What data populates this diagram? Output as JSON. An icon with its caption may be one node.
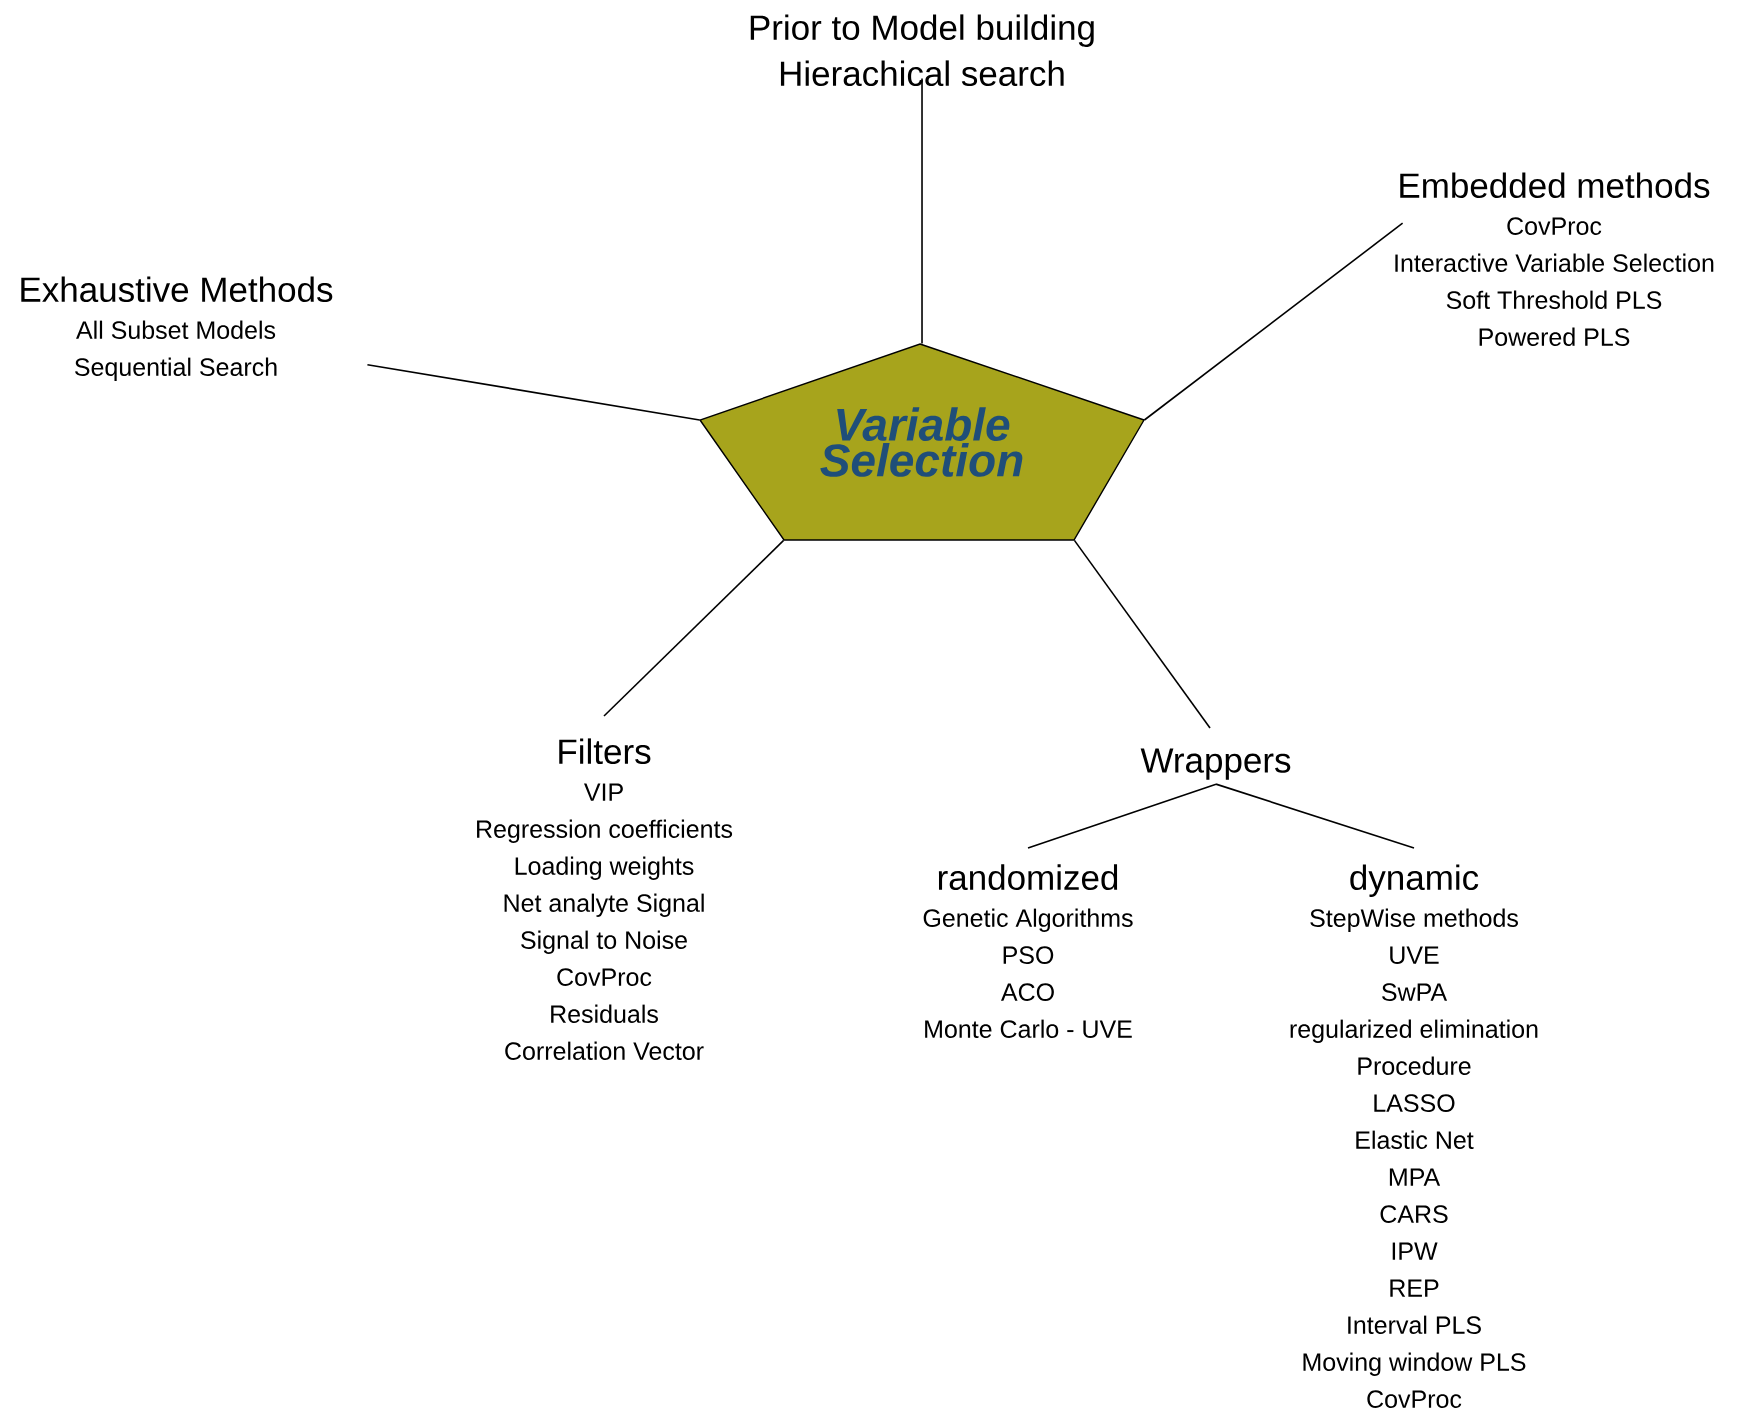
{
  "diagram": {
    "nodes": [
      {
        "text": [
          "Variable Selection"
        ]
      },
      {
        "text": [
          "Prior to Model building",
          "Hierachical search"
        ]
      },
      {
        "text": [
          "Embedded methods",
          "CovProc",
          "Interactive Variable Selection",
          "Soft Threshold PLS",
          "Powered PLS"
        ]
      },
      {
        "text": [
          "Exhaustive Methods",
          "All Subset Models",
          "Sequential Search"
        ]
      },
      {
        "text": [
          "Filters",
          "VIP",
          "Regression coefficients",
          "Loading weights",
          "Net analyte Signal",
          "Signal to Noise",
          "CovProc",
          "Residuals",
          "Correlation Vector"
        ]
      },
      {
        "text": [
          "Wrappers"
        ]
      },
      {
        "text": [
          "randomized",
          "Genetic Algorithms",
          "PSO",
          "ACO",
          "Monte Carlo - UVE"
        ]
      },
      {
        "text": [
          "dynamic",
          "StepWise methods",
          "UVE",
          "SwPA",
          "regularized elimination",
          "Procedure",
          "LASSO",
          "Elastic Net",
          "MPA",
          "CARS",
          "IPW",
          "REP",
          "Interval PLS",
          "Moving window PLS",
          "CovProc"
        ]
      }
    ],
    "edges": [
      {
        "from": 0,
        "to": 1,
        "arrow": "none"
      },
      {
        "from": 0,
        "to": 2,
        "arrow": "none"
      },
      {
        "from": 0,
        "to": 3,
        "arrow": "none"
      },
      {
        "from": 0,
        "to": 4,
        "arrow": "none"
      },
      {
        "from": 0,
        "to": 5,
        "arrow": "none"
      },
      {
        "from": 5,
        "to": 6,
        "arrow": "none"
      },
      {
        "from": 5,
        "to": 7,
        "arrow": "none"
      }
    ]
  }
}
